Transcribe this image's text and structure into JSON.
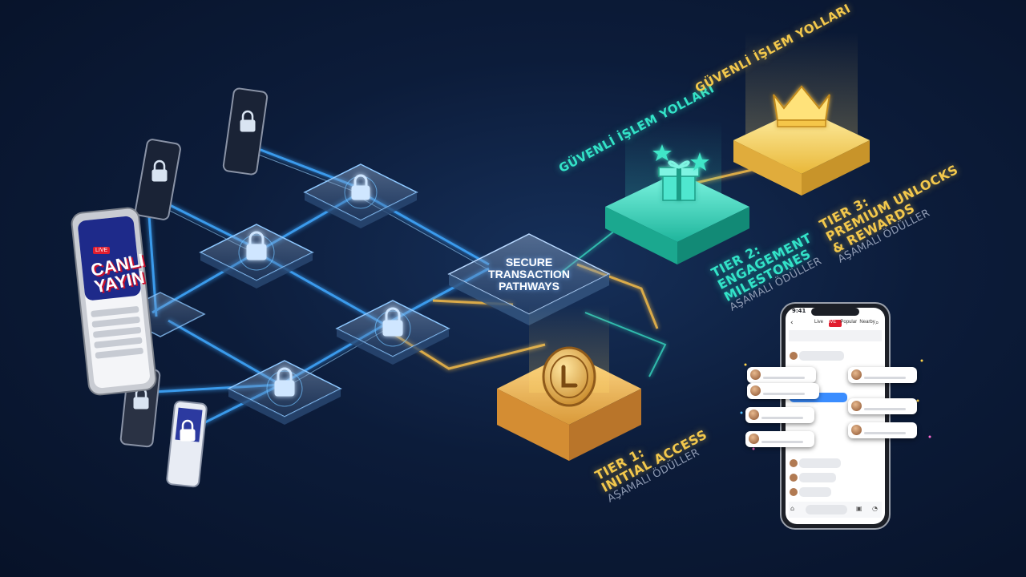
{
  "scene": {
    "center_title": [
      "SECURE",
      "TRANSACTION",
      "PATHWAYS"
    ],
    "canli_text": [
      "CANLI",
      "YAYIN"
    ],
    "live_badge": "LIVE"
  },
  "labels": {
    "secure_paths_tier2": "GÜVENLİ İŞLEM YOLLARI",
    "secure_paths_tier3": "GÜVENLİ İŞLEM YOLLARI",
    "tier1": {
      "line1": "TIER 1:",
      "line2": "INITIAL ACCESS",
      "sub": "AŞAMALI ÖDÜLLER"
    },
    "tier2": {
      "line1": "TIER 2:",
      "line2": "ENGAGEMENT",
      "line3": "MILESTONES",
      "sub": "AŞAMALI ÖDÜLLER"
    },
    "tier3": {
      "line1": "TIER 3:",
      "line2": "PREMIUM UNLOCKS",
      "line3": "& REWARDS",
      "sub": "AŞAMALI ÖDÜLLER"
    }
  },
  "phone": {
    "time": "9:41",
    "tabs": [
      "Live",
      "LIVE",
      "Popular",
      "Nearby"
    ]
  },
  "icons": [
    "lock-icon",
    "coin-icon",
    "gift-icon",
    "star-icon",
    "crown-icon",
    "search-icon",
    "back-icon",
    "home-icon",
    "gift-small-icon",
    "bell-icon"
  ],
  "colors": {
    "background": "#0c1c3a",
    "beam_blue": "#3fa8ff",
    "beam_gold": "#f0b94a",
    "tier1_gold": "#e8a94a",
    "tier2_teal": "#2fe0c0",
    "tier3_gold": "#f7d15a",
    "live_red": "#e11d2e"
  }
}
